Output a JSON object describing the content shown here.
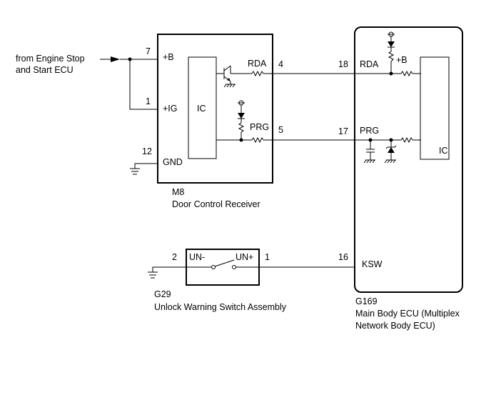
{
  "source": {
    "line1": "from Engine Stop",
    "line2": "and Start ECU"
  },
  "m8": {
    "code": "M8",
    "name": "Door Control Receiver",
    "ic": "IC",
    "pins": {
      "b": "+B",
      "ig": "+IG",
      "gnd": "GND",
      "rda": "RDA",
      "prg": "PRG"
    },
    "pin_numbers": {
      "b": "7",
      "ig": "1",
      "gnd": "12",
      "rda": "4",
      "prg": "5"
    }
  },
  "g169": {
    "code": "G169",
    "name_line1": "Main Body ECU (Multiplex",
    "name_line2": "Network Body ECU)",
    "ic": "IC",
    "pins": {
      "rda": "RDA",
      "prg": "PRG",
      "ksw": "KSW",
      "b": "+B"
    },
    "pin_numbers": {
      "rda": "18",
      "prg": "17",
      "ksw": "16"
    }
  },
  "g29": {
    "code": "G29",
    "name": "Unlock Warning Switch Assembly",
    "pins": {
      "unminus": "UN-",
      "unplus": "UN+"
    },
    "pin_numbers": {
      "unminus": "2",
      "unplus": "1"
    }
  }
}
